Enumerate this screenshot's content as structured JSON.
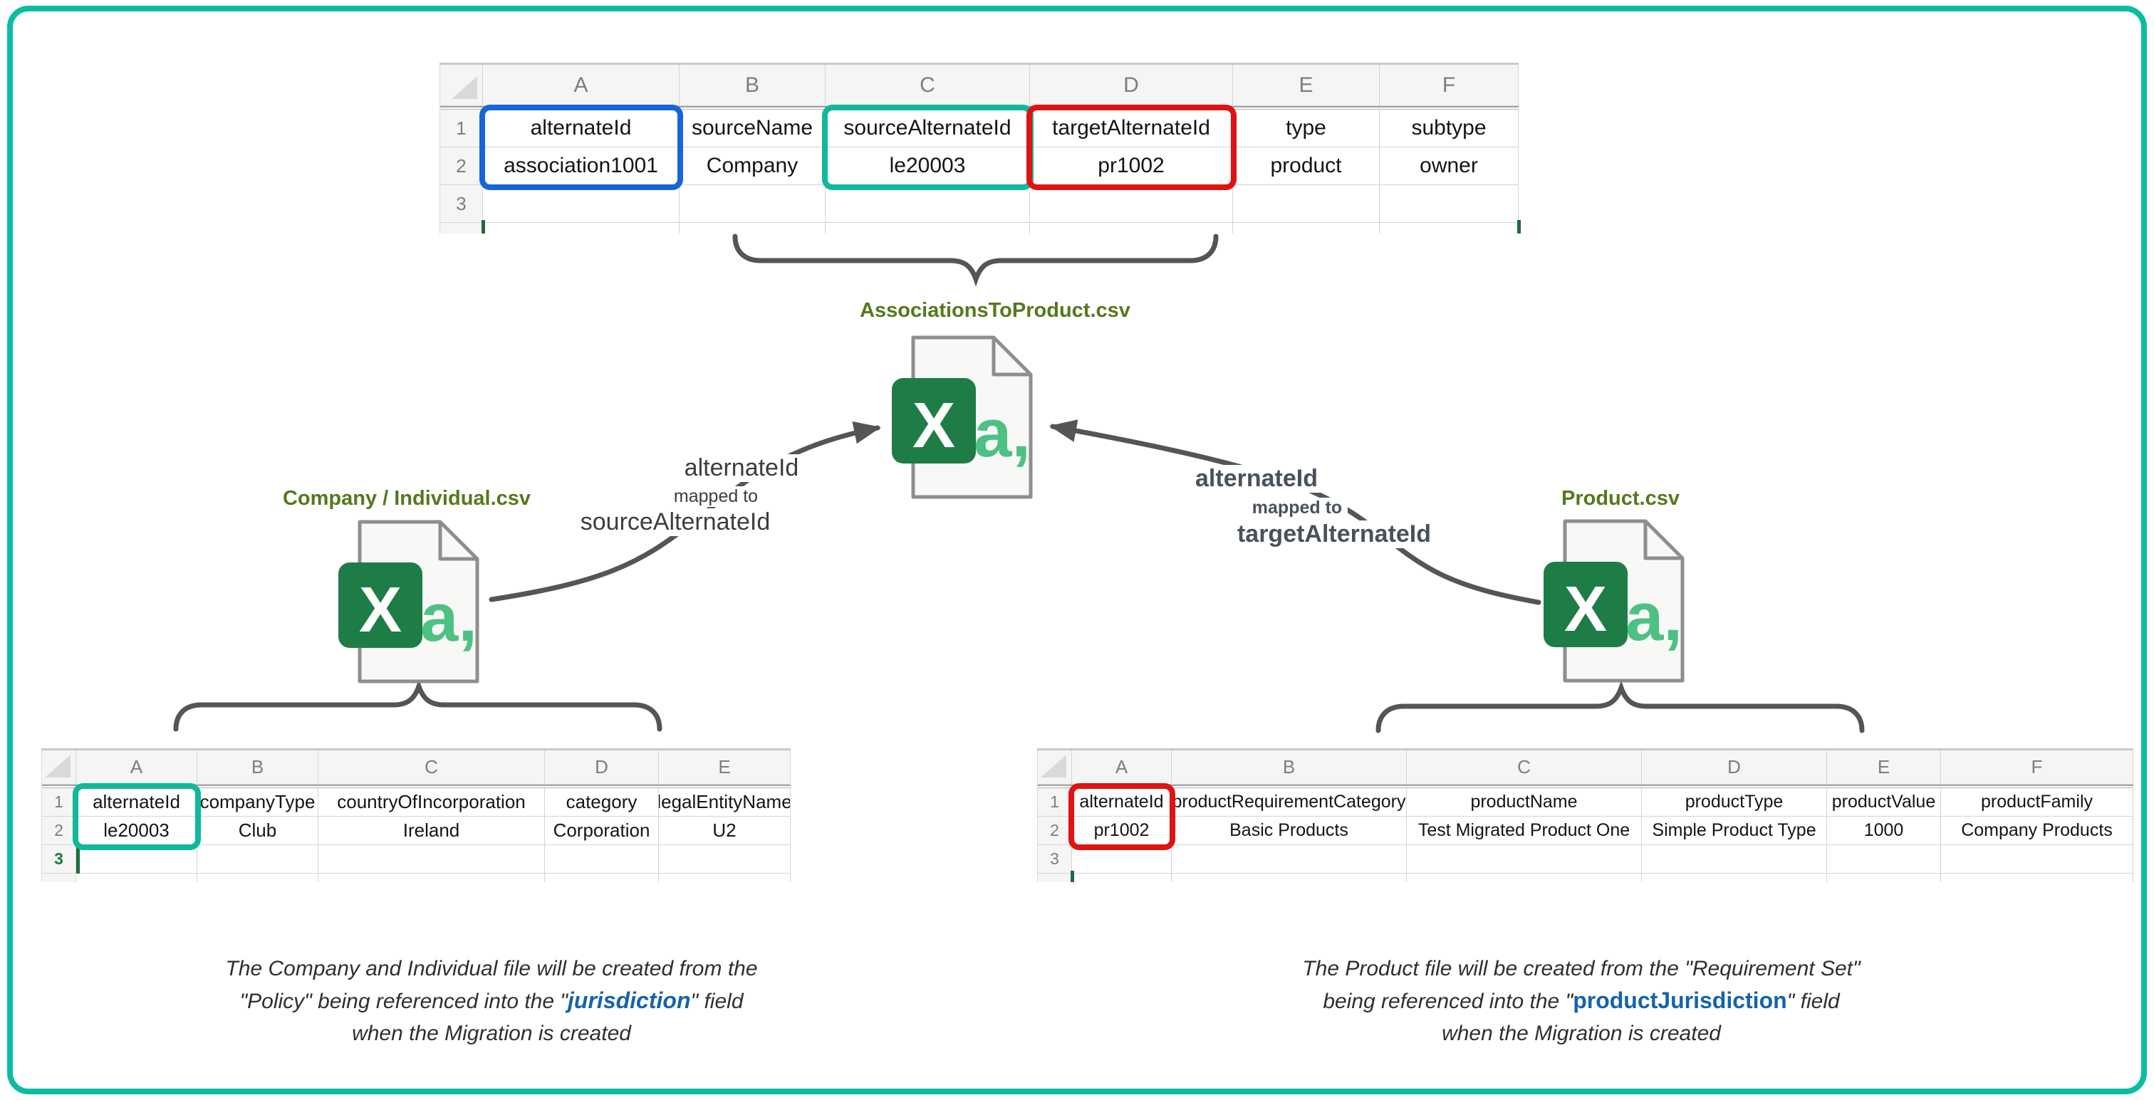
{
  "canvas": {
    "border_color": "#0abda1",
    "background": "#ffffff"
  },
  "colors": {
    "excel_icon_green": "#1e7d46",
    "excel_icon_a": "#4cc183",
    "file_label_green": "#55791d",
    "box_blue": "#1565dd",
    "box_teal": "#10b89c",
    "box_red": "#e01212",
    "connector_gray": "#555555",
    "note_highlight_blue": "#1563ab",
    "active_row_green": "#1e7c45"
  },
  "files": {
    "top": {
      "label": "AssociationsToProduct.csv"
    },
    "left": {
      "label": "Company / Individual.csv"
    },
    "right": {
      "label": "Product.csv"
    }
  },
  "mappings": {
    "left": {
      "field": "alternateId",
      "connector": "mapped to",
      "target": "sourceAlternateId"
    },
    "right": {
      "field": "alternateId",
      "connector": "mapped to",
      "target": "targetAlternateId"
    }
  },
  "tables": {
    "top": {
      "letters": [
        "A",
        "B",
        "C",
        "D",
        "E",
        "F"
      ],
      "row_numbers": [
        "1",
        "2",
        "3"
      ],
      "row1_headers": [
        "alternateId",
        "sourceName",
        "sourceAlternateId",
        "targetAlternateId",
        "type",
        "subtype"
      ],
      "row2_values": [
        "association1001",
        "Company",
        "le20003",
        "pr1002",
        "product",
        "owner"
      ],
      "boxes": [
        {
          "column": "A",
          "color": "#1565dd"
        },
        {
          "column": "C",
          "color": "#10b89c"
        },
        {
          "column": "D",
          "color": "#e01212"
        }
      ]
    },
    "left": {
      "letters": [
        "A",
        "B",
        "C",
        "D",
        "E"
      ],
      "row_numbers": [
        "1",
        "2",
        "3"
      ],
      "row1_headers": [
        "alternateId",
        "companyType",
        "countryOfIncorporation",
        "category",
        "legalEntityName"
      ],
      "row2_values": [
        "le20003",
        "Club",
        "Ireland",
        "Corporation",
        "U2"
      ],
      "boxes": [
        {
          "column": "A",
          "color": "#10b89c"
        }
      ]
    },
    "right": {
      "letters": [
        "A",
        "B",
        "C",
        "D",
        "E",
        "F"
      ],
      "row_numbers": [
        "1",
        "2",
        "3"
      ],
      "row1_headers": [
        "alternateId",
        "productRequirementCategory",
        "productName",
        "productType",
        "productValue",
        "productFamily"
      ],
      "row2_values": [
        "pr1002",
        "Basic Products",
        "Test Migrated Product One",
        "Simple Product Type",
        "1000",
        "Company Products"
      ],
      "boxes": [
        {
          "column": "A",
          "color": "#e01212"
        }
      ]
    }
  },
  "notes": {
    "left": {
      "lines": [
        [
          {
            "t": "The Company and Individual file will be created from the"
          }
        ],
        [
          {
            "t": "\"Policy\" being referenced into the \""
          },
          {
            "t": "jurisdiction",
            "hl": true
          },
          {
            "t": "\" field"
          }
        ],
        [
          {
            "t": "when the Migration is created"
          }
        ]
      ]
    },
    "right": {
      "lines": [
        [
          {
            "t": "The Product file will be created from the \"Requirement Set\""
          }
        ],
        [
          {
            "t": "being referenced into the \""
          },
          {
            "t": "productJurisdiction",
            "hl": true
          },
          {
            "t": "\" field"
          }
        ],
        [
          {
            "t": "when the Migration is created"
          }
        ]
      ]
    }
  }
}
